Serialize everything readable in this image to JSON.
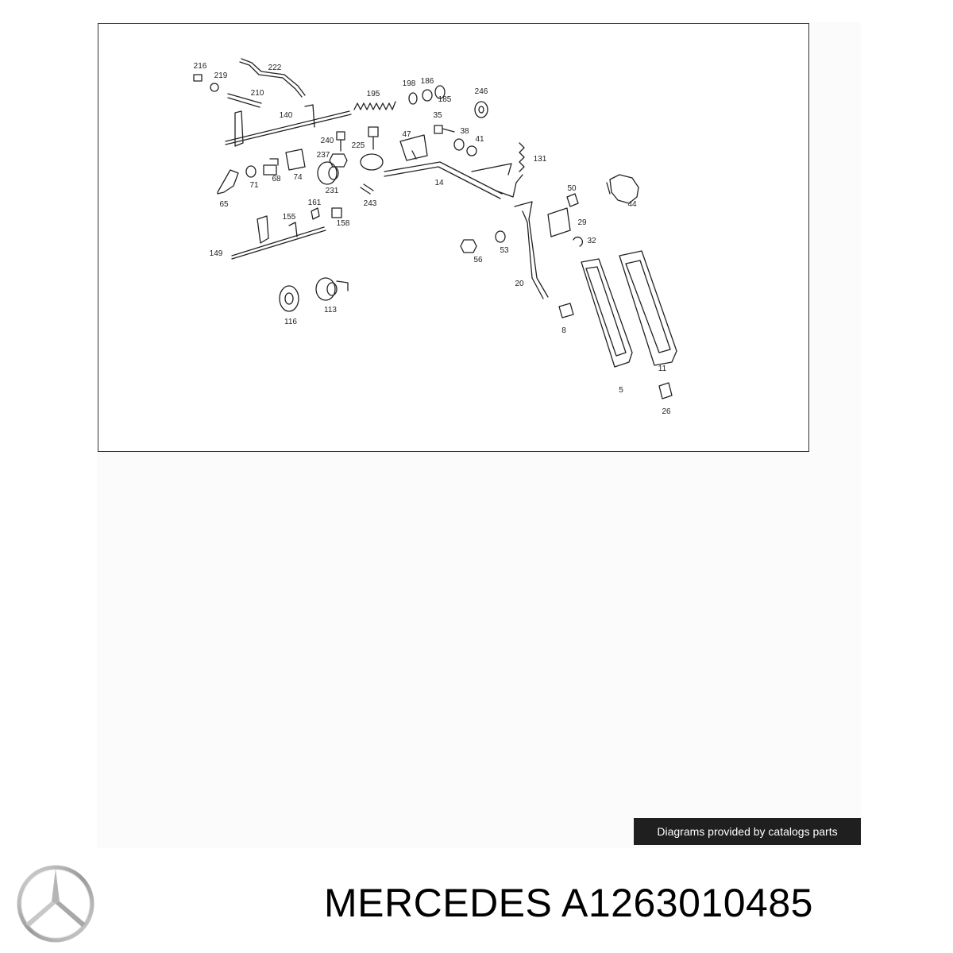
{
  "diagram": {
    "part_numbers": [
      "216",
      "219",
      "222",
      "210",
      "195",
      "198",
      "186",
      "185",
      "246",
      "140",
      "35",
      "38",
      "41",
      "47",
      "240",
      "225",
      "237",
      "131",
      "65",
      "71",
      "68",
      "74",
      "231",
      "243",
      "14",
      "50",
      "44",
      "155",
      "161",
      "158",
      "29",
      "149",
      "32",
      "56",
      "53",
      "20",
      "116",
      "113",
      "8",
      "11",
      "5",
      "26"
    ]
  },
  "badge": {
    "text": "Diagrams provided by catalogs parts"
  },
  "brand": {
    "logo_name": "mercedes-star"
  },
  "product": {
    "title": "MERCEDES A1263010485"
  }
}
